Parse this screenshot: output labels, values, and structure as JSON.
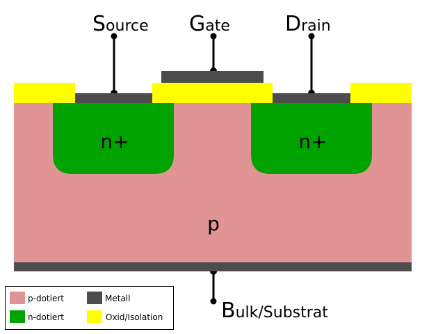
{
  "diagram": {
    "title": "n-channel MOSFET cross-section",
    "terminals": {
      "source": {
        "initial": "S",
        "rest": "ource"
      },
      "gate": {
        "initial": "G",
        "rest": "ate"
      },
      "drain": {
        "initial": "D",
        "rest": "rain"
      },
      "bulk": {
        "initial": "B",
        "rest": "ulk/Substrat"
      }
    },
    "regions": {
      "source_well": "n+",
      "drain_well": "n+",
      "substrate": "p"
    },
    "colors": {
      "p_doped": "#e09494",
      "n_doped": "#00a300",
      "metal": "#4d4d4d",
      "oxide": "#ffff00",
      "wire": "#000000"
    }
  },
  "legend": {
    "items": [
      {
        "label": "p-dotiert",
        "color": "#e09494"
      },
      {
        "label": "Metall",
        "color": "#4d4d4d"
      },
      {
        "label": "n-dotiert",
        "color": "#00a300"
      },
      {
        "label": "Oxid/Isolation",
        "color": "#ffff00"
      }
    ]
  }
}
